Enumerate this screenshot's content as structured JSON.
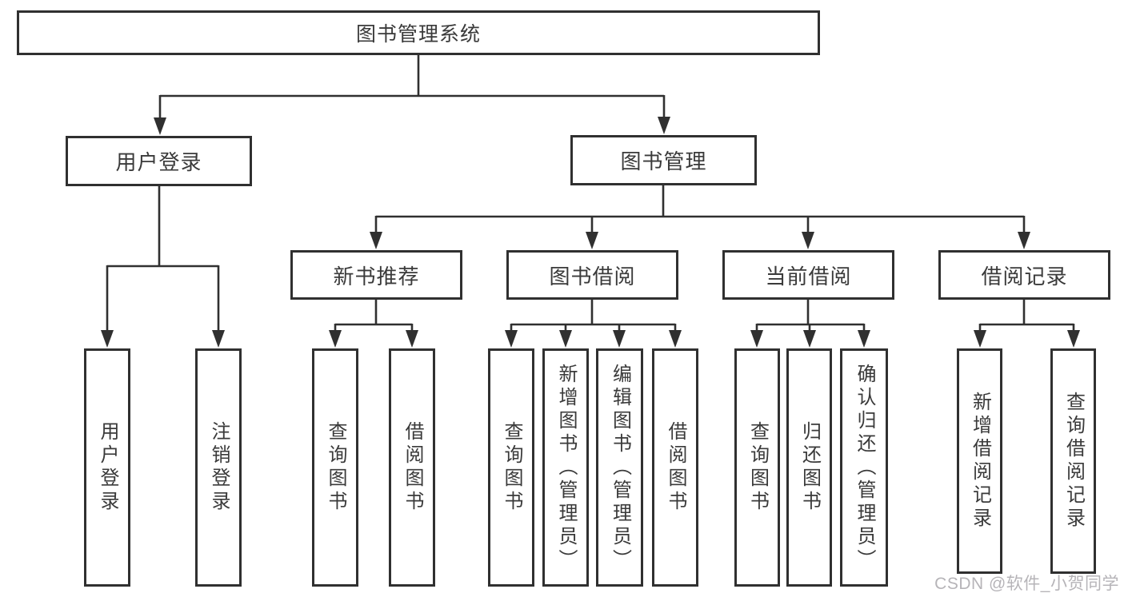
{
  "diagram": {
    "tree": {
      "root": {
        "label": "图书管理系统"
      },
      "branches": [
        {
          "label": "用户登录",
          "children": [
            {
              "label": "用户登录"
            },
            {
              "label": "注销登录"
            }
          ]
        },
        {
          "label": "图书管理",
          "children": [
            {
              "label": "新书推荐",
              "children": [
                {
                  "label": "查询图书"
                },
                {
                  "label": "借阅图书"
                }
              ]
            },
            {
              "label": "图书借阅",
              "children": [
                {
                  "label": "查询图书"
                },
                {
                  "label": "新增图书（管理员）"
                },
                {
                  "label": "编辑图书（管理员）"
                },
                {
                  "label": "借阅图书"
                }
              ]
            },
            {
              "label": "当前借阅",
              "children": [
                {
                  "label": "查询图书"
                },
                {
                  "label": "归还图书"
                },
                {
                  "label": "确认归还（管理员）"
                }
              ]
            },
            {
              "label": "借阅记录",
              "children": [
                {
                  "label": "新增借阅记录"
                },
                {
                  "label": "查询借阅记录"
                }
              ]
            }
          ]
        }
      ]
    },
    "watermark": {
      "text": "CSDN @软件_小贺同学"
    },
    "colors": {
      "line": "#303030",
      "box_border": "#303030",
      "box_background": "#ffffff",
      "text": "#3a3a3a",
      "watermark": "#b6b4b8",
      "background": "#ffffff"
    }
  }
}
